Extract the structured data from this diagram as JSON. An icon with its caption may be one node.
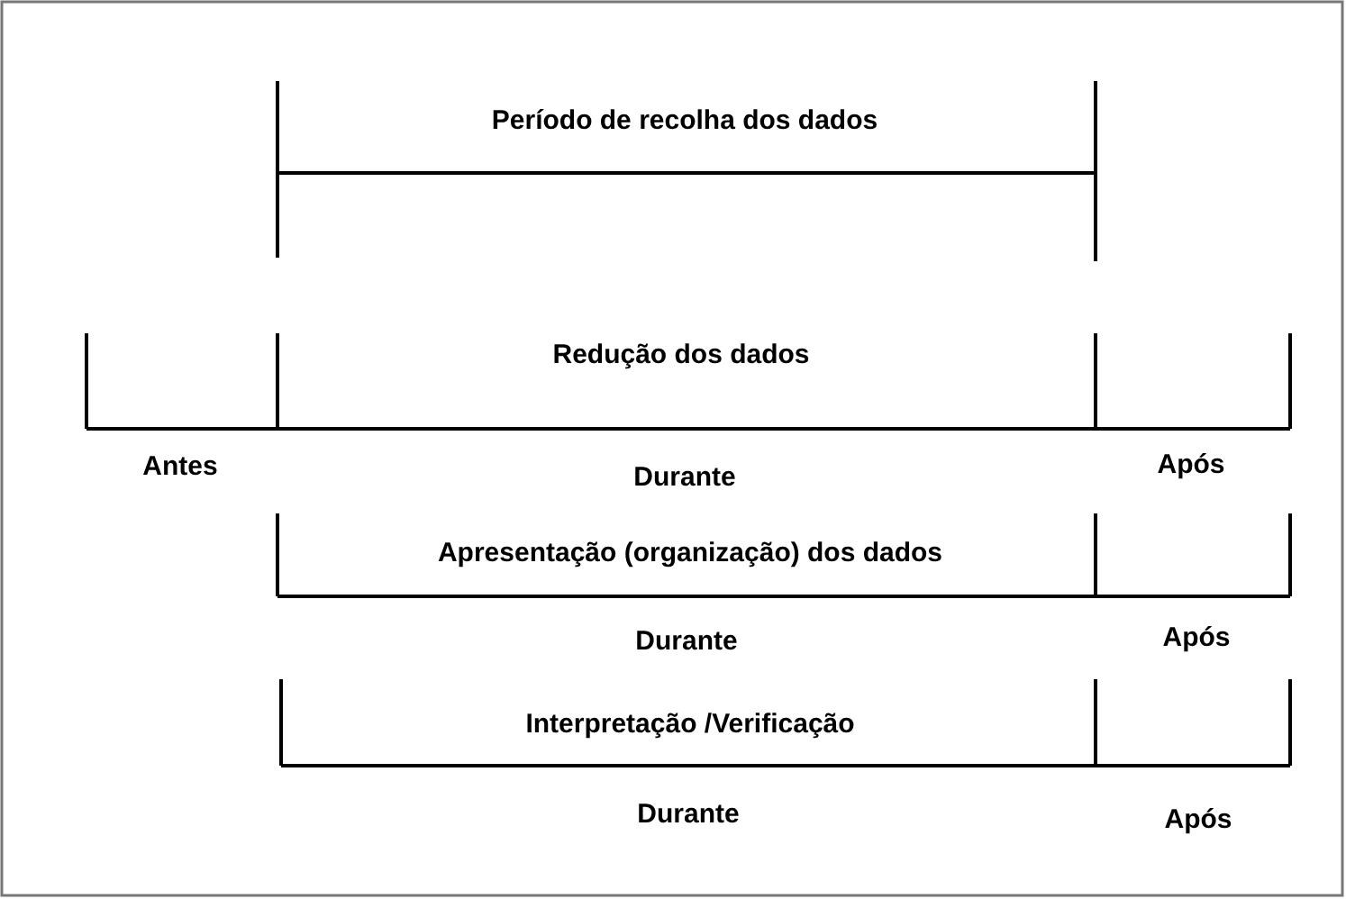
{
  "diagram": {
    "labels": [
      "Período de recolha dos dados",
      "Redução dos dados",
      "Antes",
      "Durante",
      "Após",
      "Apresentação (organização) dos dados",
      "Durante",
      "Após",
      "Interpretação /Verificação",
      "Durante",
      "Após"
    ]
  }
}
